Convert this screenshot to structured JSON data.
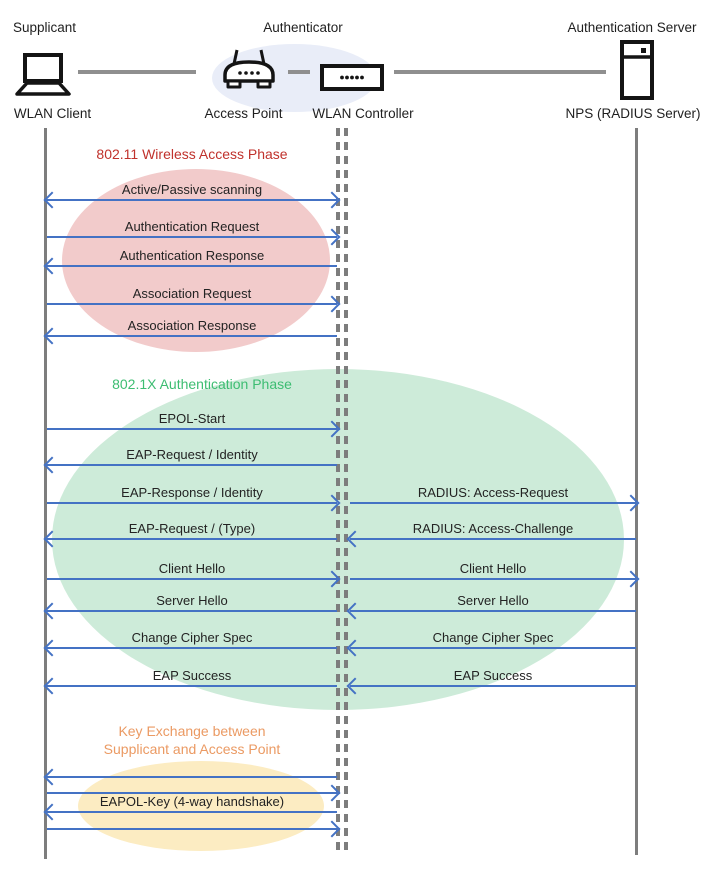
{
  "header": {
    "roles": {
      "supplicant": "Supplicant",
      "authenticator": "Authenticator",
      "auth_server": "Authentication Server"
    },
    "devices": {
      "wlan_client": "WLAN Client",
      "access_point": "Access Point",
      "wlan_controller": "WLAN Controller",
      "nps": "NPS (RADIUS Server)"
    },
    "icons": [
      "laptop-icon",
      "access-point-icon",
      "wlan-controller-icon",
      "server-icon"
    ]
  },
  "phases": {
    "wireless_access": {
      "title": "802.11 Wireless Access Phase",
      "color": "#c0322c",
      "highlight": "#f2cbcb"
    },
    "authentication": {
      "title": "802.1X Authentication Phase",
      "color": "#3dbd72",
      "highlight": "#cdebd9"
    },
    "key_exchange": {
      "title_line1": "Key Exchange between",
      "title_line2": "Supplicant and Access Point",
      "color": "#eb9a63",
      "highlight": "#fcecc2"
    }
  },
  "messages": {
    "left": [
      {
        "label": "Active/Passive scanning",
        "direction": "both"
      },
      {
        "label": "Authentication Request",
        "direction": "right"
      },
      {
        "label": "Authentication Response",
        "direction": "left"
      },
      {
        "label": "Association Request",
        "direction": "right"
      },
      {
        "label": "Association Response",
        "direction": "left"
      },
      {
        "label": "EPOL-Start",
        "direction": "right"
      },
      {
        "label": "EAP-Request / Identity",
        "direction": "left"
      },
      {
        "label": "EAP-Response / Identity",
        "direction": "right"
      },
      {
        "label": "EAP-Request / (Type)",
        "direction": "left"
      },
      {
        "label": "Client Hello",
        "direction": "right"
      },
      {
        "label": "Server Hello",
        "direction": "left"
      },
      {
        "label": "Change Cipher Spec",
        "direction": "left"
      },
      {
        "label": "EAP Success",
        "direction": "left"
      },
      {
        "label": "",
        "direction": "left"
      },
      {
        "label": "",
        "direction": "right"
      },
      {
        "label": "EAPOL-Key (4-way handshake)",
        "direction": "left"
      },
      {
        "label": "",
        "direction": "right"
      }
    ],
    "right": [
      {
        "label": "RADIUS: Access-Request",
        "direction": "right"
      },
      {
        "label": "RADIUS: Access-Challenge",
        "direction": "left"
      },
      {
        "label": "Client Hello",
        "direction": "right"
      },
      {
        "label": "Server Hello",
        "direction": "left"
      },
      {
        "label": "Change Cipher Spec",
        "direction": "left"
      },
      {
        "label": "EAP Success",
        "direction": "left"
      }
    ]
  },
  "style_colors": {
    "arrow_blue": "#4472c4",
    "lifeline_gray": "#7d7d7d",
    "authenticator_highlight": "#e9edf8"
  }
}
